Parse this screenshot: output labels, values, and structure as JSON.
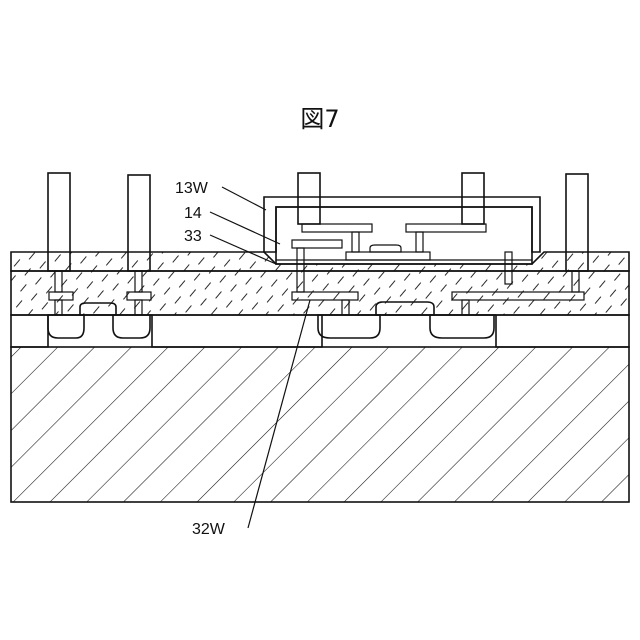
{
  "figure": {
    "title": "図7"
  },
  "labels": {
    "l13w": "13W",
    "l14": "14",
    "l33": "33",
    "l32w": "32W"
  }
}
